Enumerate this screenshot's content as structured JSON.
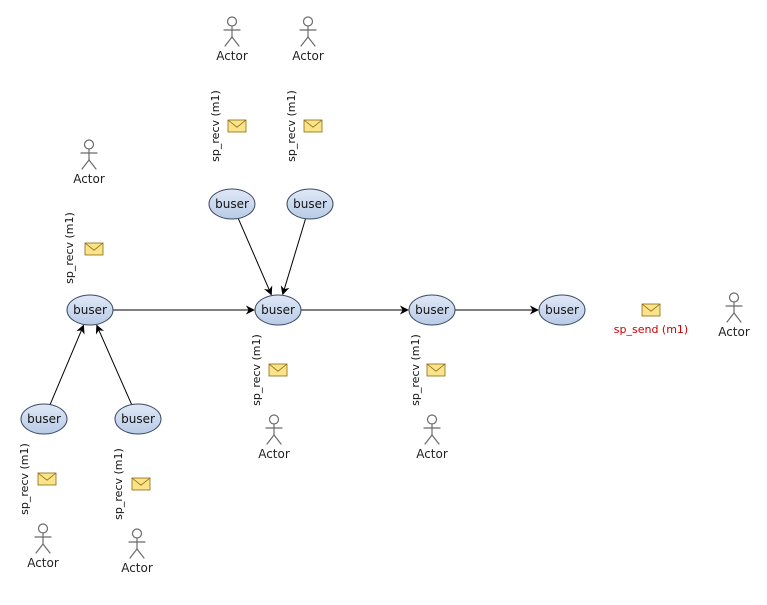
{
  "diagram": {
    "node_label": "buser",
    "actor_label": "Actor",
    "recv_label": "sp_recv (m1)",
    "send_label": "sp_send (m1)",
    "colors": {
      "node_fill": "#c9d9ef",
      "node_stroke": "#3a4a66",
      "actor_stroke": "#6b6b6b",
      "envelope_fill": "#fbe38a",
      "envelope_stroke": "#8a6a10",
      "edge": "#000000",
      "send_text": "#cc0000"
    },
    "nodes": [
      {
        "id": "n1",
        "label": "buser"
      },
      {
        "id": "n2",
        "label": "buser"
      },
      {
        "id": "n3",
        "label": "buser"
      },
      {
        "id": "n4",
        "label": "buser"
      },
      {
        "id": "n5",
        "label": "buser"
      },
      {
        "id": "n6",
        "label": "buser"
      },
      {
        "id": "n7",
        "label": "buser"
      },
      {
        "id": "n8",
        "label": "buser"
      }
    ],
    "edges": [
      {
        "from": "n1",
        "to": "n2"
      },
      {
        "from": "n2",
        "to": "n3"
      },
      {
        "from": "n3",
        "to": "n4"
      },
      {
        "from": "n5",
        "to": "n2"
      },
      {
        "from": "n6",
        "to": "n2"
      },
      {
        "from": "n7",
        "to": "n1"
      },
      {
        "from": "n8",
        "to": "n1"
      }
    ],
    "actors": [
      {
        "id": "a1",
        "label": "Actor"
      },
      {
        "id": "a2",
        "label": "Actor"
      },
      {
        "id": "a3",
        "label": "Actor"
      },
      {
        "id": "a4",
        "label": "Actor"
      },
      {
        "id": "a5",
        "label": "Actor"
      },
      {
        "id": "a6",
        "label": "Actor"
      },
      {
        "id": "a7",
        "label": "Actor"
      },
      {
        "id": "a8",
        "label": "Actor"
      }
    ],
    "messages": [
      {
        "id": "m1",
        "label": "sp_recv (m1)"
      },
      {
        "id": "m2",
        "label": "sp_recv (m1)"
      },
      {
        "id": "m3",
        "label": "sp_recv (m1)"
      },
      {
        "id": "m4",
        "label": "sp_recv (m1)"
      },
      {
        "id": "m5",
        "label": "sp_recv (m1)"
      },
      {
        "id": "m6",
        "label": "sp_recv (m1)"
      },
      {
        "id": "m7",
        "label": "sp_recv (m1)"
      },
      {
        "id": "m8",
        "label": "sp_send (m1)"
      }
    ]
  }
}
